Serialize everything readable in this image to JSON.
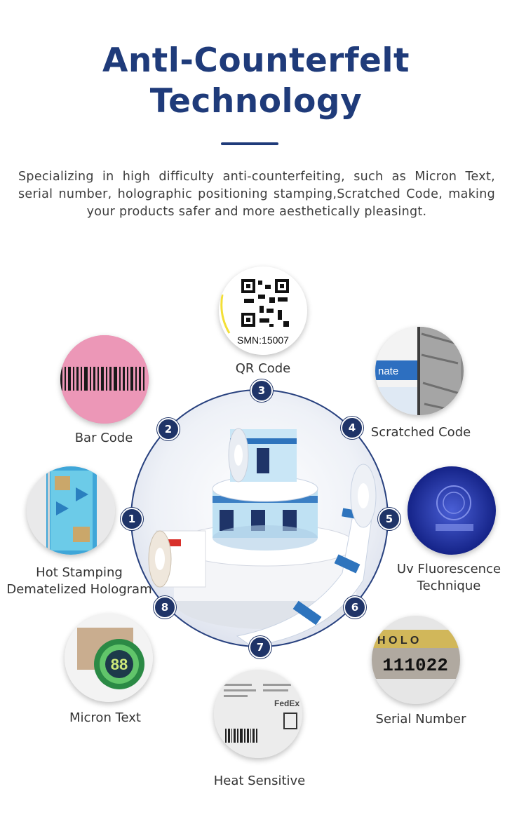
{
  "header": {
    "title_line1": "Antl-Counterfelt",
    "title_line2": "Technology",
    "description": "Specializing in high difficulty anti-counterfeiting, such as Micron Text, serial number, holographic positioning stamping,Scratched Code, making your products safer and more aesthetically pleasingt."
  },
  "features": [
    {
      "number": "1",
      "label_line1": "Hot Stamping",
      "label_line2": "Dematelized Hologram",
      "icon": "hologram-icon"
    },
    {
      "number": "2",
      "label_line1": "Bar Code",
      "icon": "barcode-icon"
    },
    {
      "number": "3",
      "label_line1": "QR Code",
      "icon": "qr-code-icon",
      "image_text": "SMN:15007"
    },
    {
      "number": "4",
      "label_line1": "Scratched Code",
      "icon": "scratch-code-icon",
      "image_text": "nate"
    },
    {
      "number": "5",
      "label_line1": "Uv Fluorescence",
      "label_line2": "Technique",
      "icon": "uv-icon"
    },
    {
      "number": "6",
      "label_line1": "Serial Number",
      "icon": "serial-number-icon",
      "image_text": "111022"
    },
    {
      "number": "7",
      "label_line1": "Heat Sensitive",
      "icon": "heat-label-icon",
      "image_text": "FedEx"
    },
    {
      "number": "8",
      "label_line1": "Micron Text",
      "icon": "micron-text-icon",
      "image_text": "88"
    }
  ],
  "colors": {
    "title": "#1f3b7a",
    "badge": "#1f3468",
    "ring": "#27407e",
    "text": "#333333"
  }
}
